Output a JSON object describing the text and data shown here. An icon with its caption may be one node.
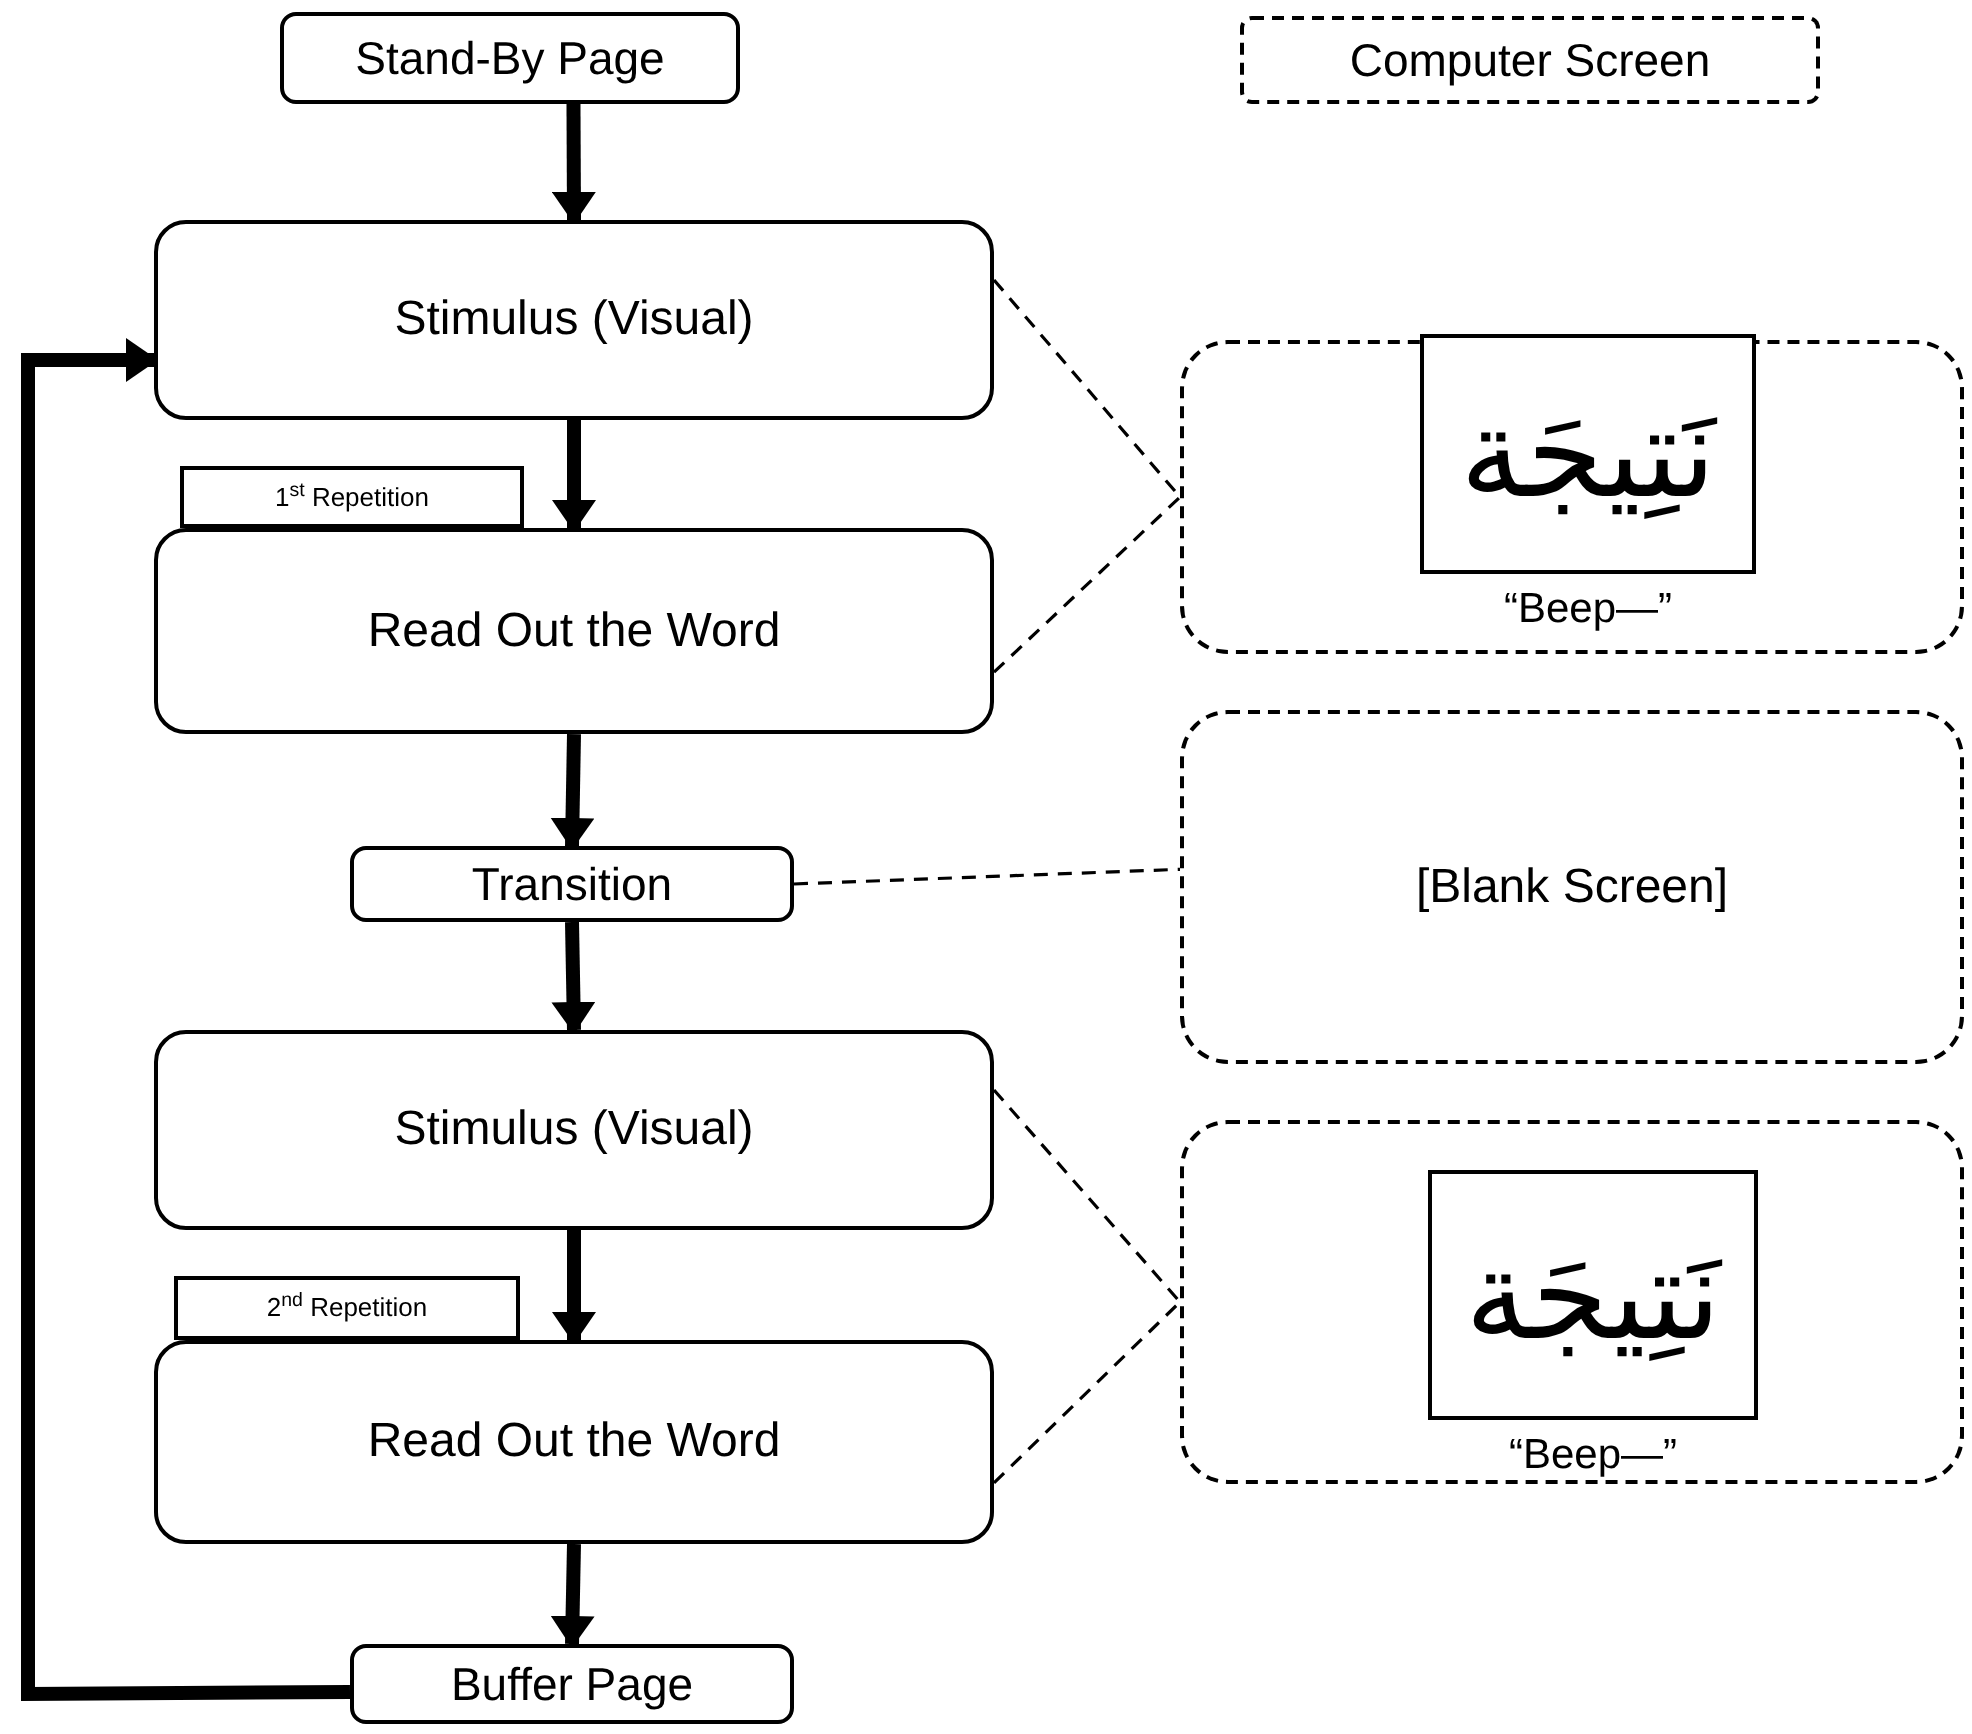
{
  "diagram": {
    "nodes": [
      {
        "text": [
          "Stand-By Page"
        ]
      },
      {
        "text": [
          "Computer Screen"
        ]
      },
      {
        "text": [
          "Stimulus (Visual)"
        ]
      },
      {
        "text": [
          "1$^{st}$ Repetition"
        ]
      },
      {
        "text": [
          "Read Out the Word"
        ]
      },
      {
        "text": [
          "Transition"
        ]
      },
      {
        "text": [
          "Stimulus (Visual)"
        ]
      },
      {
        "text": [
          "2$^{nd}$ Repetition"
        ]
      },
      {
        "text": [
          "Read Out the Word"
        ]
      },
      {
        "text": [
          "Buffer Page"
        ]
      },
      {
        "text": [],
        "shape": "box"
      },
      {
        "text": [
          "نَتِيجَة"
        ],
        "in": 10,
        "beside": [
          "“Beep—”"
        ]
      },
      {
        "text": [
          "[Blank Screen]"
        ]
      },
      {
        "text": [],
        "shape": "box"
      },
      {
        "text": [
          "نَتِيجَة"
        ],
        "in": 13,
        "beside": [
          "“Beep—”"
        ]
      }
    ],
    "edges": [
      {
        "from": 0,
        "to": 2,
        "arrow": "to"
      },
      {
        "from": 2,
        "to": 4,
        "arrow": "to"
      },
      {
        "from": 4,
        "to": 5,
        "arrow": "to"
      },
      {
        "from": 5,
        "to": 6,
        "arrow": "to"
      },
      {
        "from": 6,
        "to": 8,
        "arrow": "to"
      },
      {
        "from": 8,
        "to": 9,
        "arrow": "to"
      },
      {
        "from": 9,
        "to": 2,
        "arrow": "to"
      },
      {
        "from": 2,
        "to": 10,
        "arrow": "none",
        "style": "dashed"
      },
      {
        "from": 4,
        "to": 10,
        "arrow": "none",
        "style": "dashed"
      },
      {
        "from": 5,
        "to": 12,
        "arrow": "none",
        "style": "dashed"
      },
      {
        "from": 6,
        "to": 13,
        "arrow": "none",
        "style": "dashed"
      },
      {
        "from": 8,
        "to": 13,
        "arrow": "none",
        "style": "dashed"
      }
    ]
  }
}
